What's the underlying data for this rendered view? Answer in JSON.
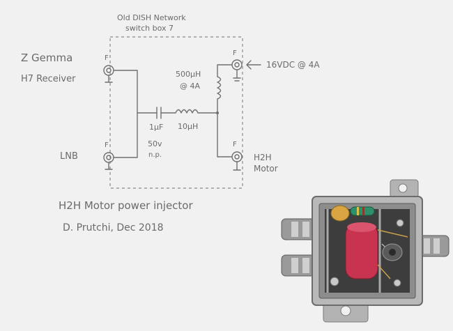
{
  "labels": {
    "box_title_line1": "Old DISH Network",
    "box_title_line2": "switch box 7",
    "receiver_line1": "Z Gemma",
    "receiver_line2": "H7 Receiver",
    "lnb": "LNB",
    "motor_line1": "H2H",
    "motor_line2": "Motor",
    "power_input": "16VDC @ 4A",
    "inductor_big_line1": "500µH",
    "inductor_big_line2": "@ 4A",
    "inductor_small": "10µH",
    "capacitor_line1": "1µF",
    "capacitor_line2": "50v",
    "capacitor_line3": "n.p.",
    "connector_f": "F",
    "caption_line1": "H2H Motor power injector",
    "caption_line2": "D. Prutchi, Dec 2018"
  },
  "colors": {
    "paper": "#f1f1f1",
    "pencil": "#6f6f6f",
    "metal": "#b9b9b9",
    "capacitor_red": "#c8334f",
    "tan_cap": "#d9a441",
    "green_choke": "#2f8f6a"
  }
}
